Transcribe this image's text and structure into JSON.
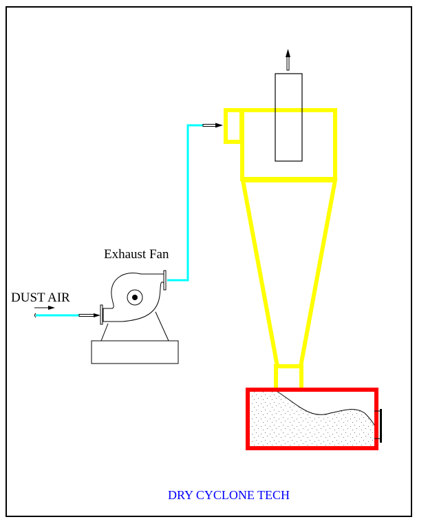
{
  "labels": {
    "exhaust_fan": "Exhaust Fan",
    "dust_air": "DUST AIR",
    "title": "DRY CYCLONE TECH"
  },
  "colors": {
    "cyclone": "#ffff00",
    "hopper": "#ff0000",
    "pipe": "#00ffff",
    "title": "#0000ff",
    "line": "#000000"
  }
}
